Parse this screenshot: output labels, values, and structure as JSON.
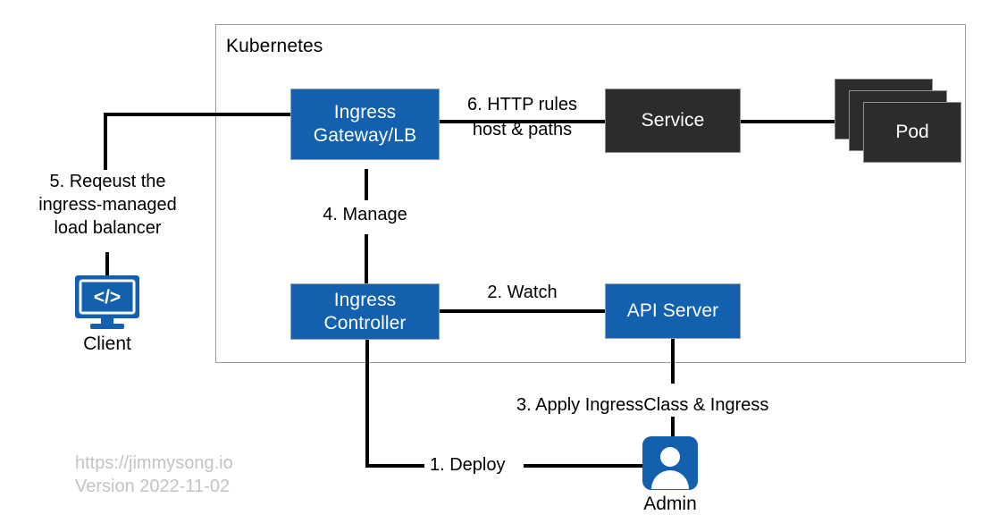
{
  "diagram": {
    "cluster": {
      "title": "Kubernetes"
    },
    "nodes": {
      "gateway": "Ingress\nGateway/LB",
      "gateway_line1": "Ingress",
      "gateway_line2": "Gateway/LB",
      "service": "Service",
      "pod": "Pod",
      "controller_line1": "Ingress",
      "controller_line2": "Controller",
      "api_server": "API Server"
    },
    "edges": {
      "http_rules_line1": "6. HTTP rules",
      "http_rules_line2": "host & paths",
      "manage": "4. Manage",
      "watch": "2. Watch",
      "apply": "3. Apply IngressClass & Ingress",
      "deploy": "1. Deploy",
      "request_note": "5. Reqeust the\ningress-managed\nload balancer"
    },
    "actors": {
      "client_label": "Client",
      "client_icon": "code-monitor-icon",
      "admin_label": "Admin",
      "admin_icon": "user-badge-icon"
    },
    "watermark": "https://jimmysong.io\nVersion 2022-11-02",
    "colors": {
      "blue": "#1260AE",
      "dark": "#2C2C2C",
      "line": "#000000",
      "cluster_border": "#9a9a9a",
      "watermark": "#c3c3c3"
    }
  }
}
